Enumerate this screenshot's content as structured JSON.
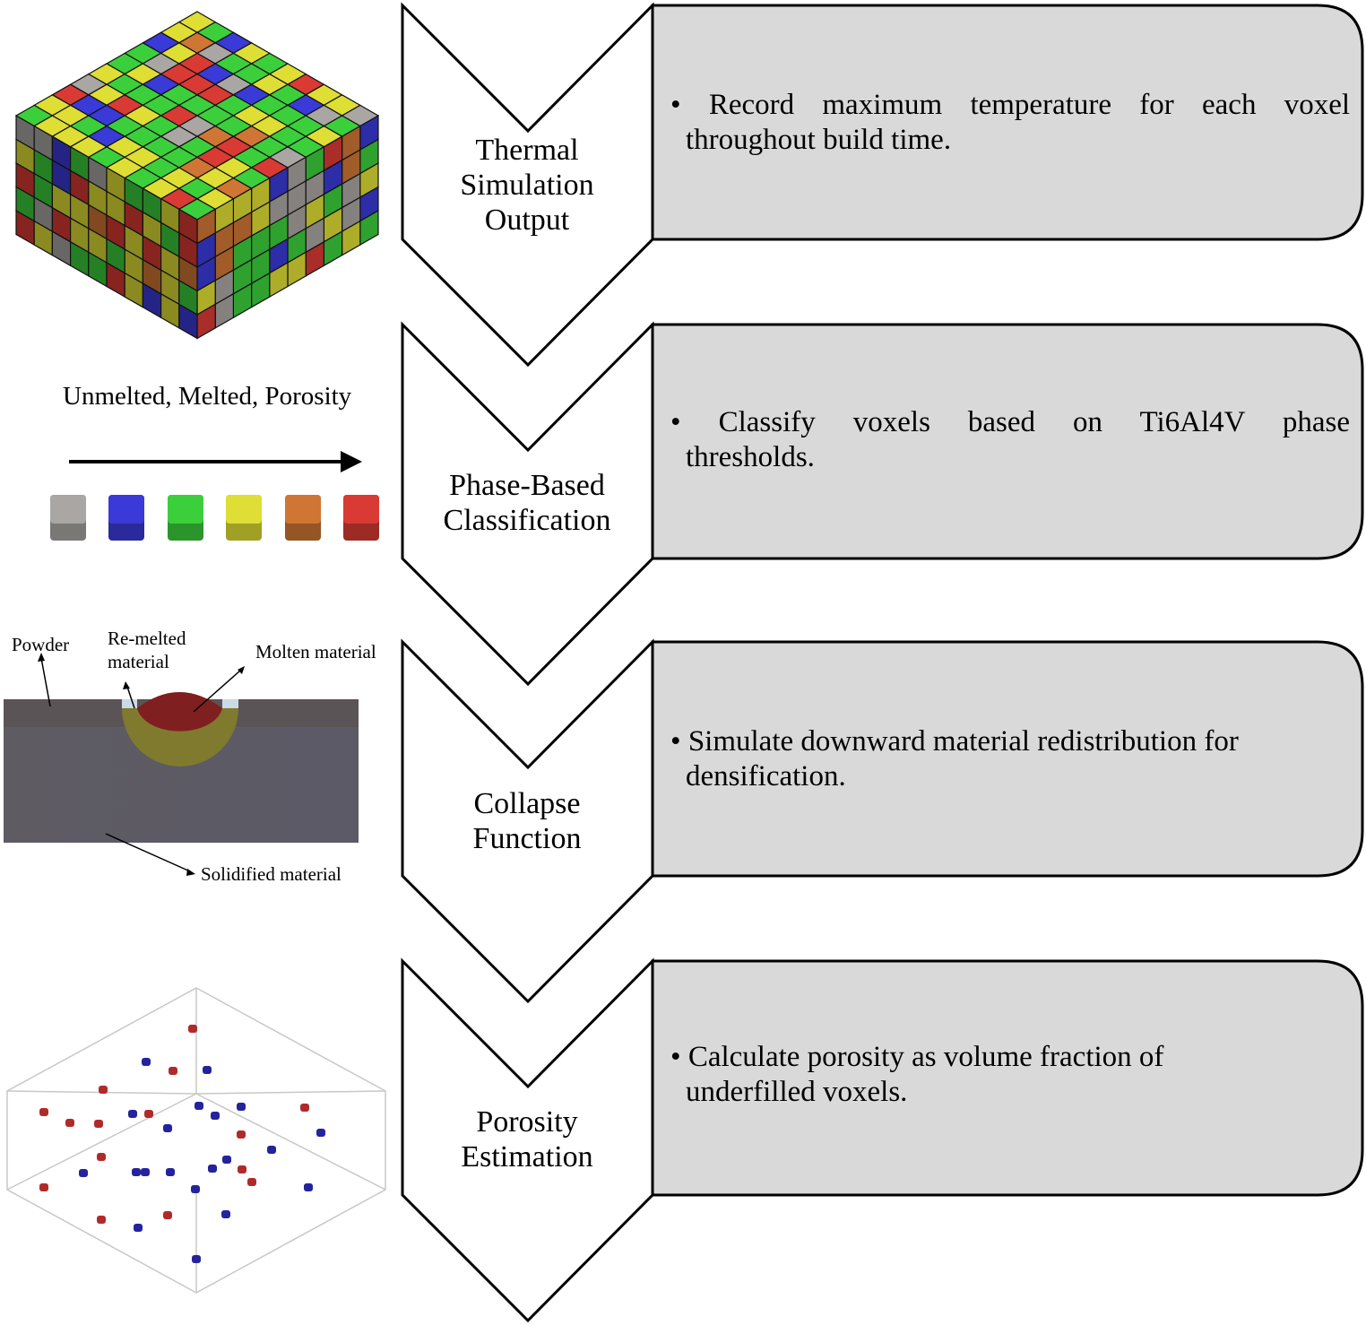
{
  "steps": [
    {
      "title_lines": [
        "Thermal",
        "Simulation",
        "Output"
      ],
      "bullet": "•",
      "desc_lines": [
        "Record maximum temperature for each voxel",
        "throughout build time."
      ]
    },
    {
      "title_lines": [
        "Phase-Based",
        "Classification"
      ],
      "bullet": "•",
      "desc_lines": [
        "Classify voxels based on Ti6Al4V phase",
        "thresholds."
      ]
    },
    {
      "title_lines": [
        "Collapse",
        "Function"
      ],
      "bullet": "•",
      "desc_lines": [
        "Simulate downward material redistribution for",
        "densification."
      ]
    },
    {
      "title_lines": [
        "Porosity",
        "Estimation"
      ],
      "bullet": "•",
      "desc_lines": [
        "Calculate porosity as volume fraction of",
        "underfilled voxels."
      ]
    }
  ],
  "legend": {
    "title": "Unmelted, Melted, Porosity",
    "swatches": [
      {
        "color": "#a9a6a3",
        "name": "gray"
      },
      {
        "color": "#3a3ad8",
        "name": "blue"
      },
      {
        "color": "#3ccf3c",
        "name": "green"
      },
      {
        "color": "#dede35",
        "name": "yellow"
      },
      {
        "color": "#cf7634",
        "name": "orange"
      },
      {
        "color": "#d93a34",
        "name": "red"
      }
    ]
  },
  "melt_pool": {
    "powder": "Powder",
    "remelted_line1": "Re-melted",
    "remelted_line2": "material",
    "molten": "Molten material",
    "solidified": "Solidified material"
  },
  "colors": {
    "box_fill": "#d9d9d9",
    "chevron_fill": "#ffffff",
    "outline": "#000000",
    "voxel_palette": [
      "#a9a6a3",
      "#3a3ad8",
      "#3ccf3c",
      "#dede35",
      "#cf7634",
      "#d93a34"
    ],
    "pore_red": "#b02a2a",
    "pore_blue": "#23239e"
  }
}
